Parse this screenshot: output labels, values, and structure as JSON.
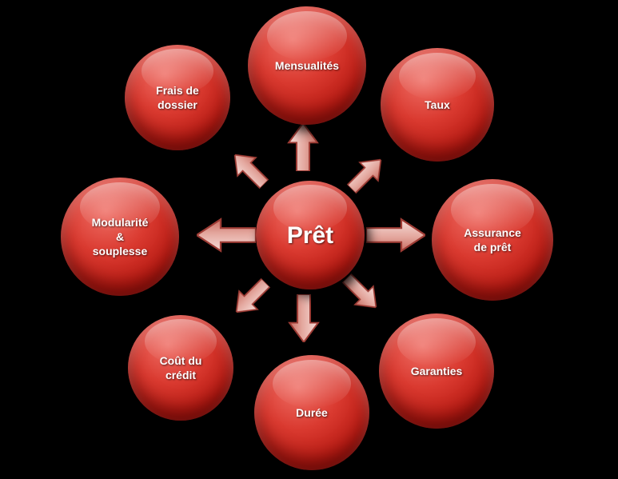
{
  "diagram": {
    "center": {
      "label": "Prêt"
    },
    "nodes": [
      {
        "id": "mensualites",
        "label": "Mensualités"
      },
      {
        "id": "frais-de-dossier",
        "label": "Frais de\ndossier"
      },
      {
        "id": "taux",
        "label": "Taux"
      },
      {
        "id": "modularite-souplesse",
        "label": "Modularité\n&\nsouplesse"
      },
      {
        "id": "assurance-de-pret",
        "label": "Assurance\nde prêt"
      },
      {
        "id": "cout-du-credit",
        "label": "Coût du\ncrédit"
      },
      {
        "id": "garanties",
        "label": "Garanties"
      },
      {
        "id": "duree",
        "label": "Durée"
      }
    ],
    "arrows": [
      "up",
      "up-left",
      "up-right",
      "left",
      "right",
      "down-left",
      "down-right",
      "down"
    ],
    "colors": {
      "background": "#000000",
      "circle_highlight": "#ef6f66",
      "circle_main": "#bc1d15",
      "circle_dark": "#7c0d09",
      "arrow_light": "#f6ddd9",
      "arrow_dark": "#c96e63",
      "arrow_edge": "#9e3c35",
      "text": "#ffffff"
    }
  }
}
